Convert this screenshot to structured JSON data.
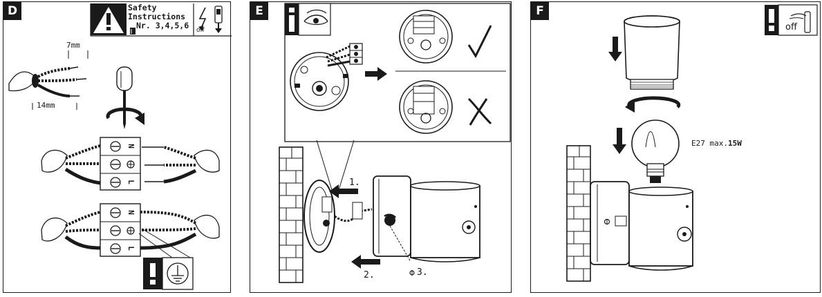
{
  "panels": {
    "d": {
      "letter": "D",
      "safety_line1": "Safety",
      "safety_line2": "Instructions",
      "safety_line3": "Nr. 3,4,5,6",
      "off_label": "off",
      "strip_short": "7mm",
      "strip_long": "14mm",
      "terminal_n": "N",
      "terminal_l": "L"
    },
    "e": {
      "letter": "E",
      "step1": "1.",
      "step2": "2.",
      "step3": "3."
    },
    "f": {
      "letter": "F",
      "off_label": "off",
      "bulb_spec_prefix": "E27 max.",
      "bulb_spec_power": "15W"
    }
  },
  "icons": [
    "warning-triangle-icon",
    "manual-book-icon",
    "power-off-icon",
    "screwdriver-icon",
    "rotate-arrow-icon",
    "ground-symbol-icon",
    "info-icon",
    "eye-icon",
    "checkmark-icon",
    "cross-icon",
    "arrow-icon",
    "exclamation-icon"
  ]
}
